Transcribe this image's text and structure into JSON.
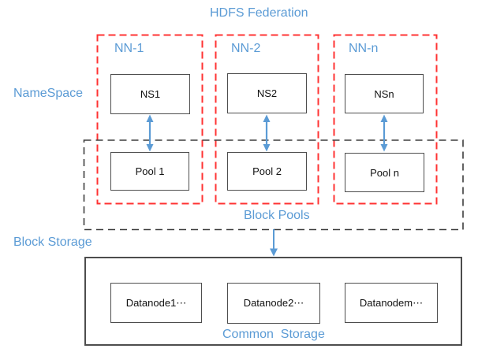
{
  "title": "HDFS Federation",
  "labels": {
    "namespace": "NameSpace",
    "block_storage": "Block Storage",
    "block_pools": "Block Pools",
    "common_storage": "Common  Storage"
  },
  "groups": [
    {
      "name": "NN-1",
      "ns": "NS1",
      "pool": "Pool 1"
    },
    {
      "name": "NN-2",
      "ns": "NS2",
      "pool": "Pool 2"
    },
    {
      "name": "NN-n",
      "ns": "NSn",
      "pool": "Pool n"
    }
  ],
  "datanodes": [
    "Datanode1⋯",
    "Datanode2⋯",
    "Datanodem⋯"
  ],
  "colors": {
    "accent_blue": "#5B9BD5",
    "dashed_red": "#FF3333",
    "dashed_black": "#3d3d3d",
    "node_border": "#4d4d4d"
  }
}
